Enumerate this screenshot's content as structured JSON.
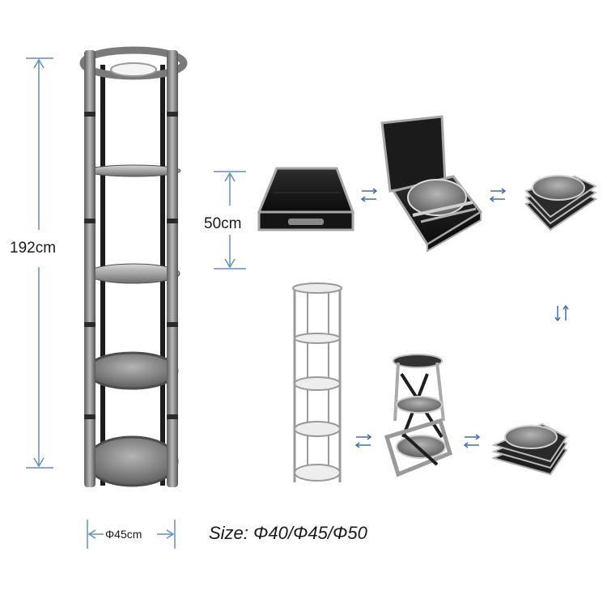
{
  "dimensions": {
    "height": "192cm",
    "case_height": "50cm",
    "diameter": "Φ45cm"
  },
  "size_text": "Size: Φ40/Φ45/Φ50",
  "colors": {
    "dimension_line": "#5b8fd0",
    "arrow": "#3d6fb8",
    "frame": "#8a8a8a",
    "case": "#1a1a1a"
  },
  "icons": [
    "swap-arrows-icon",
    "vertical-swap-arrows-icon"
  ]
}
